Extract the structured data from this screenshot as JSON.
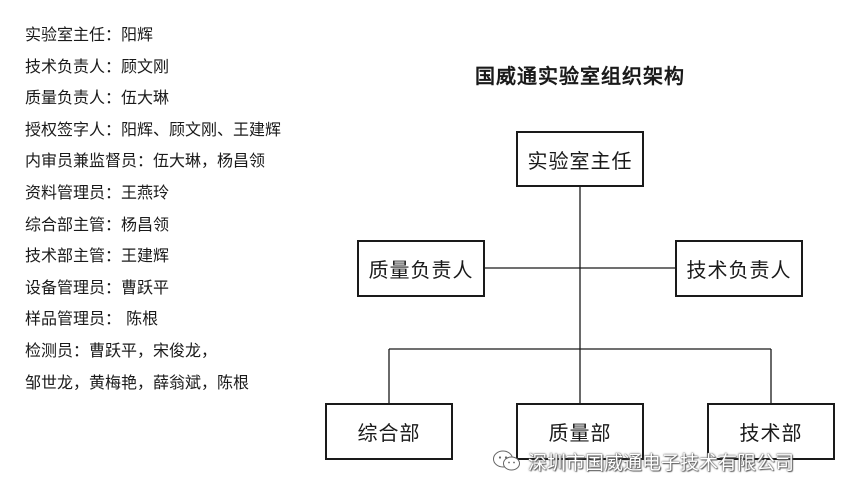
{
  "roster": [
    "实验室主任：阳辉",
    "技术负责人：顾文刚",
    "质量负责人：伍大琳",
    "授权签字人：阳辉、顾文刚、王建辉",
    "内审员兼监督员：伍大琳，杨昌领",
    "资料管理员：王燕玲",
    "综合部主管：杨昌领",
    "技术部主管：王建辉",
    "设备管理员：曹跃平",
    "样品管理员： 陈根",
    "检测员：曹跃平，宋俊龙，",
    "邹世龙，黄梅艳，薛翁斌，陈根"
  ],
  "org": {
    "title": "国威通实验室组织架构",
    "director": "实验室主任",
    "quality_manager": "质量负责人",
    "technical_manager": "技术负责人",
    "dept_general": "综合部",
    "dept_quality": "质量部",
    "dept_technical": "技术部"
  },
  "watermark": {
    "icon": "wechat-icon",
    "text": "深圳市国威通电子技术有限公司"
  }
}
